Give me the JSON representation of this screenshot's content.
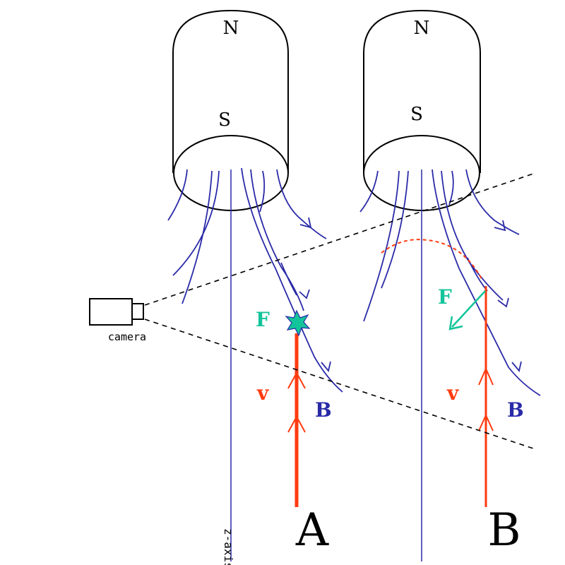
{
  "panels": [
    {
      "id": "A",
      "label": "A",
      "north": "N",
      "south": "S",
      "force": "F",
      "velocity": "v",
      "field": "B"
    },
    {
      "id": "B",
      "label": "B",
      "north": "N",
      "south": "S",
      "force": "F",
      "velocity": "v",
      "field": "B"
    }
  ],
  "camera_label": "camera",
  "axis_label": "z-axis",
  "colors": {
    "field_lines": "#2a2aa8",
    "velocity": "#ff3b10",
    "force": "#12c49a",
    "sight_lines": "#000000"
  }
}
